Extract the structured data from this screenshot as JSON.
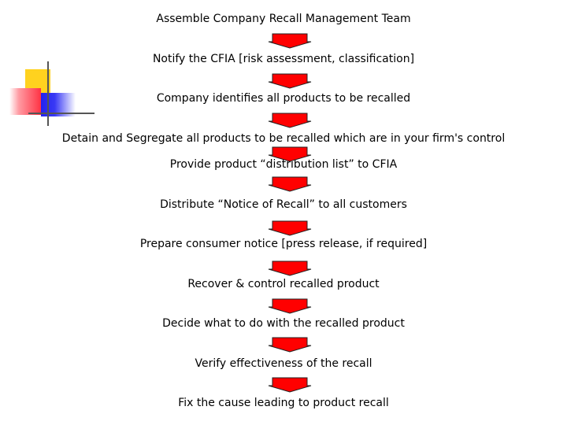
{
  "flowchart": {
    "steps": [
      "Assemble Company Recall Management Team",
      "Notify the CFIA [risk assessment, classification]",
      "Company identifies all products to be recalled",
      "Detain and Segregate all products to be recalled which are in your firm's control",
      "Provide product “distribution list” to CFIA",
      "Distribute “Notice of Recall” to all customers",
      "Prepare consumer notice [press release, if required]",
      "Recover & control recalled product",
      "Decide what to do with the recalled product",
      "Verify effectiveness of the recall",
      "Fix the cause leading to product recall"
    ]
  },
  "colors": {
    "arrow_fill": "#ff0000",
    "arrow_stroke": "#222222",
    "accent_yellow": "#ffd21f",
    "accent_blue": "#2222ee",
    "accent_red": "#ff3344"
  }
}
